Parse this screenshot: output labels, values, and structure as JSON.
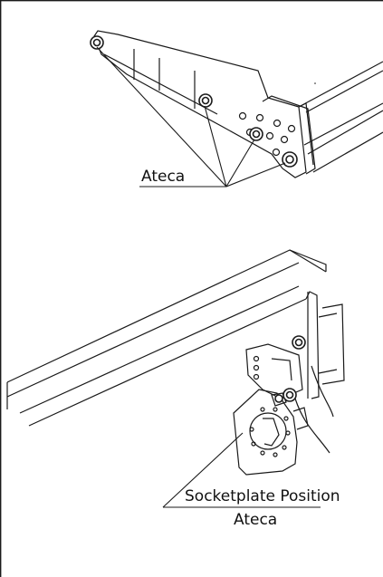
{
  "labels": {
    "top_callout": "Ateca",
    "bottom_callout_line1": "Socketplate Position",
    "bottom_callout_line2": "Ateca"
  },
  "colors": {
    "line": "#1a1a1a",
    "background": "#ffffff"
  }
}
